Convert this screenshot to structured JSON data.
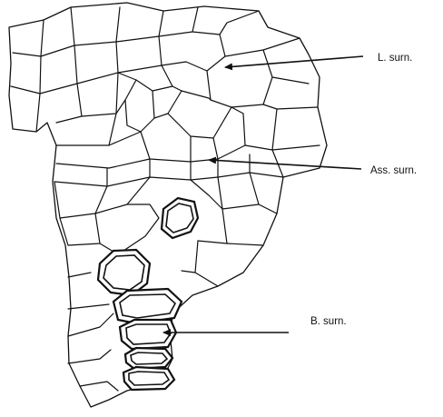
{
  "labels": {
    "l_surn": "L. surn.",
    "ass_surn": "Ass. surn.",
    "b_surn": "B. surn."
  }
}
